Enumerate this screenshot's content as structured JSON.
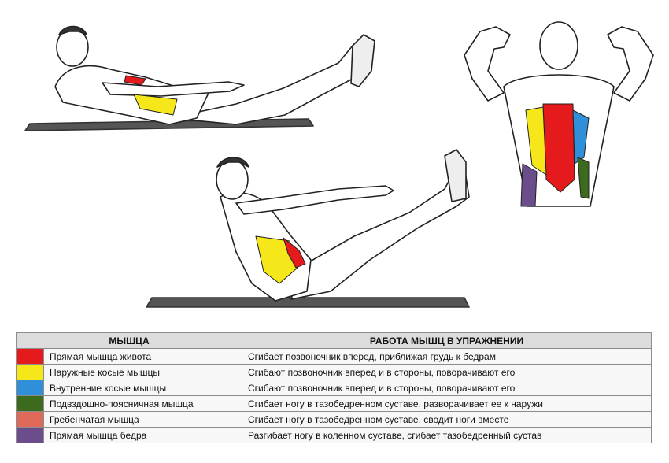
{
  "table": {
    "headers": {
      "muscle": "МЫШЦА",
      "action": "РАБОТА МЫШЦ В УПРАЖНЕНИИ"
    },
    "rows": [
      {
        "color": "#e41a1c",
        "muscle": "Прямая мышца живота",
        "action": "Сгибает позвоночник вперед, приближая грудь к бедрам"
      },
      {
        "color": "#f5e71a",
        "muscle": "Наружные косые мышцы",
        "action": "Сгибают позвоночник вперед и в стороны, поворачивают  его"
      },
      {
        "color": "#2f8fd8",
        "muscle": "Внутренние косые мышцы",
        "action": "Сгибают позвоночник вперед и в стороны, поворачивают  его"
      },
      {
        "color": "#3c6b1e",
        "muscle": "Подвздошно-поясничная  мышца",
        "action": "Сгибает ногу в тазобедренном  суставе, разворачивает  ее к наружи"
      },
      {
        "color": "#e06a5a",
        "muscle": "Гребенчатая мышца",
        "action": "Сгибает ногу в тазобедренном  суставе, сводит ноги вместе"
      },
      {
        "color": "#6b4d8c",
        "muscle": "Прямая мышца бедра",
        "action": "Разгибает ногу в коленном суставе, сгибает тазобедренный  сустав"
      }
    ]
  }
}
